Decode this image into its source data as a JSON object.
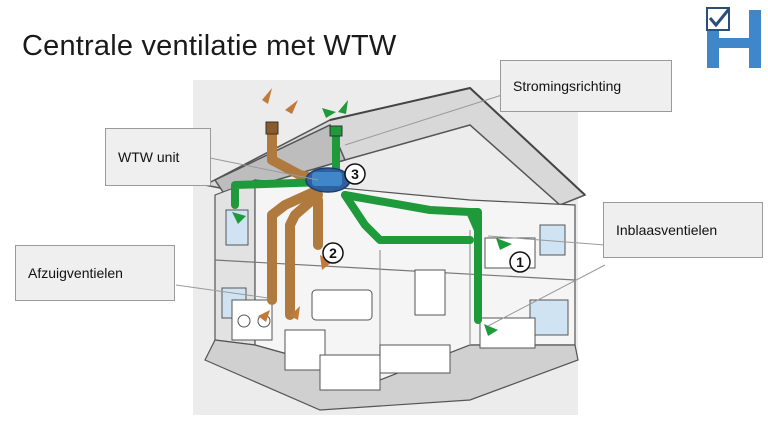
{
  "slide": {
    "title": "Centrale ventilatie met WTW"
  },
  "callouts": {
    "stromingsrichting": "Stromingsrichting",
    "wtw_unit": "WTW unit",
    "inblaasventielen": "Inblaasventielen",
    "afzuigventielen": "Afzuigventielen"
  },
  "markers": {
    "one": "1",
    "two": "2",
    "three": "3"
  },
  "colors": {
    "supply_duct": "#1f9a3a",
    "exhaust_duct": "#b07a3e",
    "outline": "#555555",
    "wall_fill": "#e6e6e6",
    "window_fill": "#cfe3f3",
    "logo_blue": "#3f87c8",
    "callout_fill": "#efefef"
  }
}
